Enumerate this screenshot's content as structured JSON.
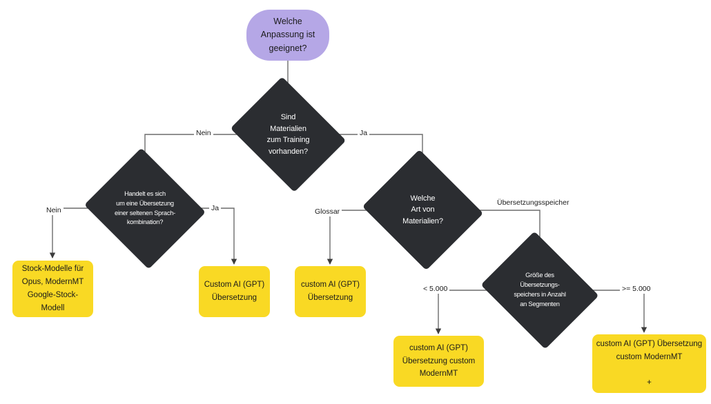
{
  "diagram": {
    "title": "Welche Anpassung ist geeignet?",
    "language": "de",
    "colors": {
      "start_fill": "#b5a7e6",
      "decision_fill": "#2b2d31",
      "result_fill": "#f9d924",
      "edge_stroke": "#5a5a5a",
      "text_dark": "#1a1a1a",
      "text_light": "#ffffff",
      "background": "#ffffff"
    },
    "nodes": {
      "start": {
        "label": "Welche\nAnpassung ist\ngeeignet?"
      },
      "decision_training": {
        "label": "Sind\nMaterialien\nzum Training\nvorhanden?"
      },
      "decision_rare_language": {
        "label": "Handelt es sich\num eine Übersetzung\neiner seltenen Sprach-\nkombination?"
      },
      "decision_material_type": {
        "label": "Welche\nArt von\nMaterialien?"
      },
      "decision_tm_size": {
        "label": "Größe des\nÜbersetzungs-\nspeichers in Anzahl\nan Segmenten"
      },
      "result_stock_models": {
        "label": "Stock-Modelle für\nOpus, ModernMT\nGoogle-Stock-\nModell"
      },
      "result_custom_ai_rare": {
        "label": "Custom AI (GPT)\nÜbersetzung"
      },
      "result_custom_ai_glossary": {
        "label": "custom AI (GPT)\nÜbersetzung"
      },
      "result_custom_ai_modernmt": {
        "label": "custom AI (GPT)\nÜbersetzung custom\nModernMT"
      },
      "result_custom_ai_modernmt_plus": {
        "label": "custom AI (GPT) Übersetzung\ncustom ModernMT\n\n+"
      }
    },
    "edge_labels": {
      "training_no": "Nein",
      "training_yes": "Ja",
      "rare_no": "Nein",
      "rare_yes": "Ja",
      "material_glossary": "Glossar",
      "material_tm": "Übersetzungsspeicher",
      "tm_small": "< 5.000",
      "tm_large": ">= 5.000"
    }
  }
}
